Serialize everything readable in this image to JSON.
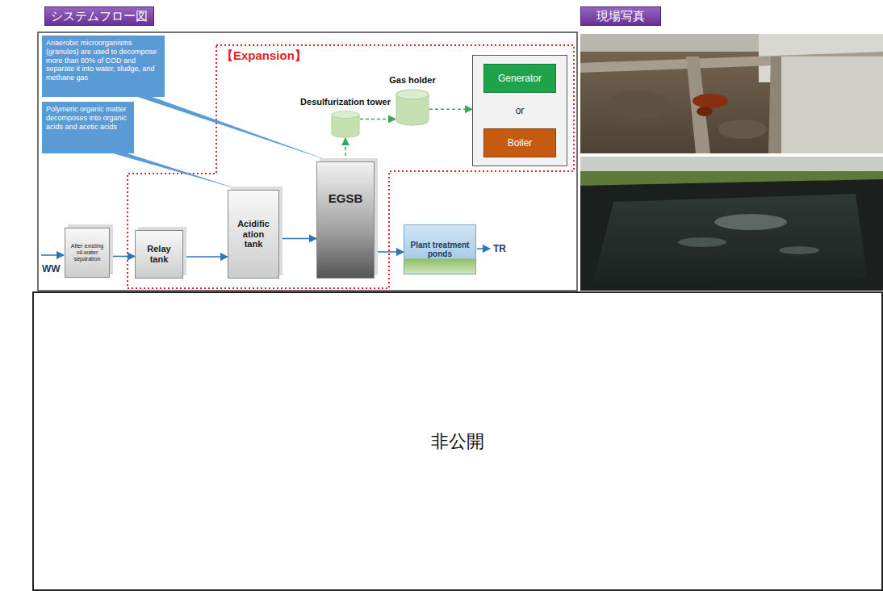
{
  "diagram": {
    "nodes": [
      {
        "text": [
          "システムフロー図"
        ]
      },
      {
        "text": [
          "現場写真"
        ]
      },
      {
        "text": [
          "Anaerobic microorganisms (granules) are used to decompose more than 80% of COD and separate it into water, sludge, and methane gas"
        ]
      },
      {
        "text": [
          "Polymeric organic matter decomposes into organic acids and acetic acids"
        ]
      },
      {
        "text": [
          "Desulfurization tower"
        ]
      },
      {
        "text": [
          "Gas holder"
        ]
      },
      {
        "text": [
          "or"
        ]
      },
      {
        "text": [
          "Generator"
        ],
        "in": 6
      },
      {
        "text": [
          "Boiler"
        ],
        "in": 6
      },
      {
        "text": [
          "After existing oil-water separation"
        ]
      },
      {
        "text": [
          "Relay tank"
        ]
      },
      {
        "text": [
          "Acidific ation tank"
        ]
      },
      {
        "text": [
          "EGSB"
        ]
      },
      {
        "text": [
          "Plant treatment ponds"
        ]
      },
      {
        "text": [
          "非公開"
        ]
      }
    ],
    "edges": [
      {
        "from": 9,
        "to": 10,
        "arrow": "to"
      },
      {
        "from": 10,
        "to": 11,
        "arrow": "to"
      },
      {
        "from": 11,
        "to": 12,
        "arrow": "to"
      },
      {
        "from": 12,
        "to": 13,
        "arrow": "to"
      },
      {
        "from": 12,
        "to": 4,
        "arrow": "to"
      },
      {
        "from": 4,
        "to": 5,
        "arrow": "to"
      },
      {
        "from": 5,
        "to": 6,
        "arrow": "to"
      },
      {
        "from": 2,
        "to": 12,
        "arrow": "none"
      },
      {
        "from": 3,
        "to": 11,
        "arrow": "none"
      }
    ],
    "labels": [
      "【Expansion】",
      "WW",
      "TR"
    ]
  }
}
